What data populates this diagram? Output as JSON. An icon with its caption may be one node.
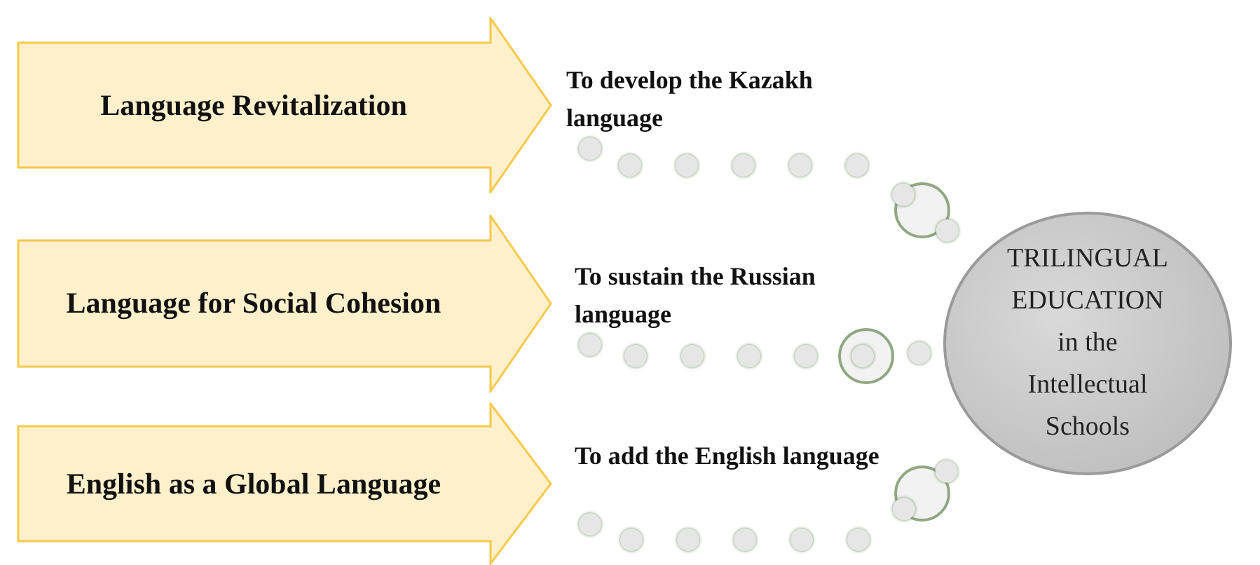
{
  "diagram": {
    "nodes": [
      {
        "text": [
          "Language Revitalization"
        ]
      },
      {
        "text": [
          "Language for Social Cohesion"
        ]
      },
      {
        "text": [
          "English as a Global Language"
        ]
      },
      {
        "text": [
          "To develop the Kazakh language"
        ]
      },
      {
        "text": [
          "To sustain the Russian language"
        ]
      },
      {
        "text": [
          "To add the English language"
        ]
      },
      {
        "text": [
          "TRILINGUAL EDUCATION in the Intellectual Schools"
        ]
      }
    ],
    "edges": [
      {
        "from": 3,
        "to": 6,
        "arrow": "none",
        "style": "dashed"
      },
      {
        "from": 4,
        "to": 6,
        "arrow": "none",
        "style": "dashed"
      },
      {
        "from": 5,
        "to": 6,
        "arrow": "none",
        "style": "dashed"
      }
    ]
  }
}
